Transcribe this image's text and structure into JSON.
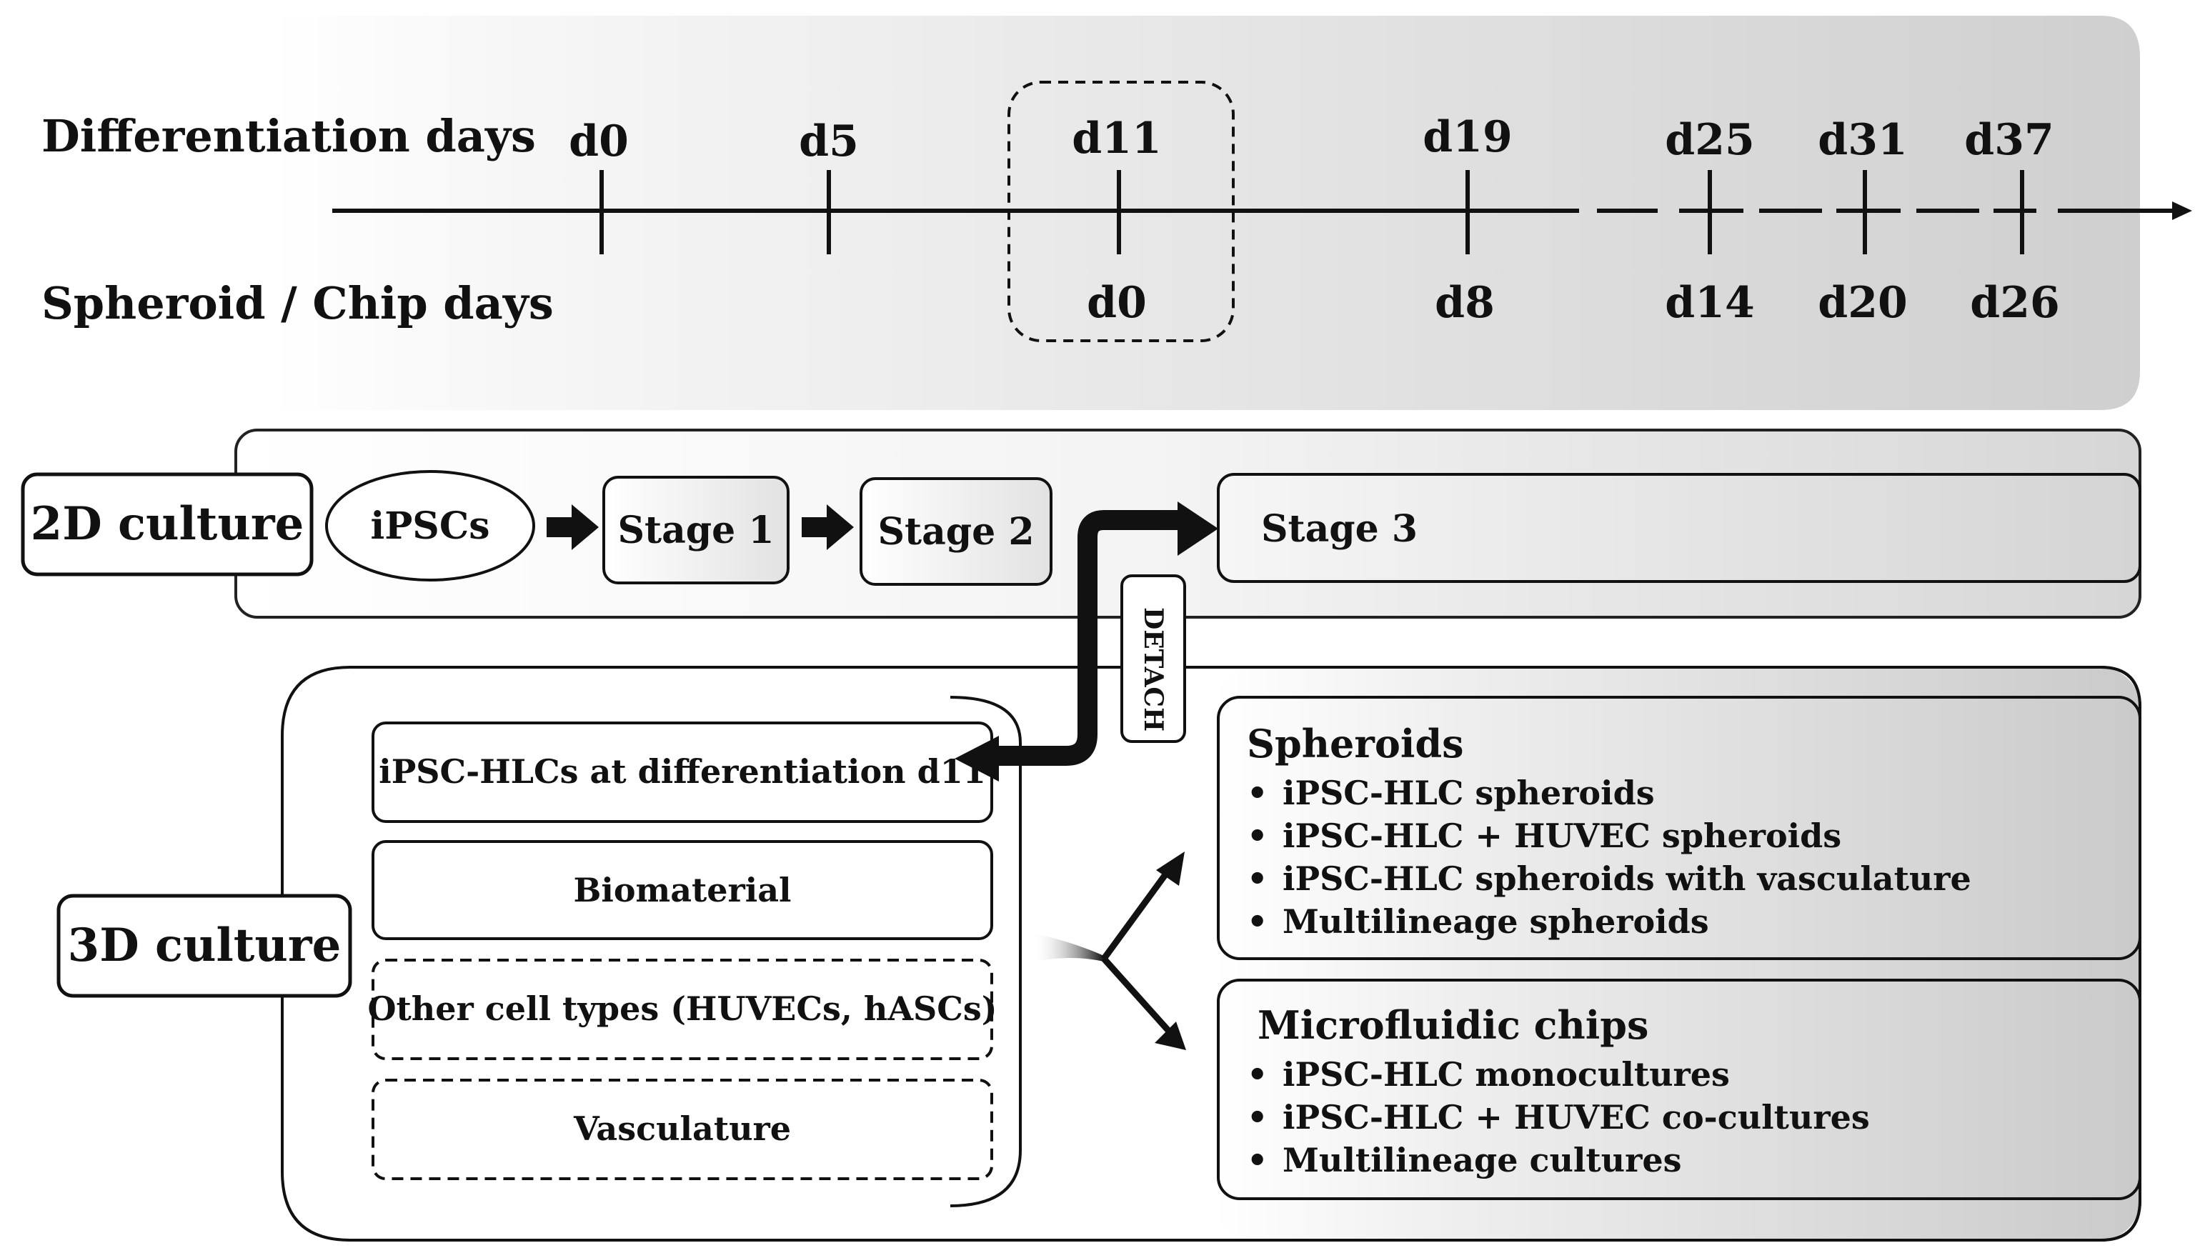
{
  "timeline": {
    "differentiation_label": "Differentiation days",
    "spheroid_label": "Spheroid / Chip days",
    "differentiation_days": [
      "d0",
      "d5",
      "d11",
      "d19",
      "d25",
      "d31",
      "d37"
    ],
    "spheroid_days": [
      "d0",
      "d8",
      "d14",
      "d20",
      "d26"
    ]
  },
  "culture_2d": {
    "label": "2D culture",
    "ipscs": "iPSCs",
    "stage1": "Stage 1",
    "stage2": "Stage 2",
    "stage3": "Stage 3",
    "detach": "DETACH"
  },
  "culture_3d": {
    "label": "3D culture",
    "inputs": [
      "iPSC-HLCs at differentiation d11",
      "Biomaterial",
      "Other cell types (HUVECs, hASCs)",
      "Vasculature"
    ]
  },
  "spheroids": {
    "title": "Spheroids",
    "items": [
      "iPSC-HLC spheroids",
      "iPSC-HLC + HUVEC spheroids",
      "iPSC-HLC spheroids with vasculature",
      "Multilineage spheroids"
    ]
  },
  "chips": {
    "title": "Microfluidic chips",
    "items": [
      "iPSC-HLC monocultures",
      "iPSC-HLC + HUVEC co-cultures",
      "Multilineage cultures"
    ]
  },
  "bullet": "•",
  "colors": {
    "line": "#111111",
    "panel_light": "#f4f4f4",
    "panel_dark": "#cdcdcd"
  }
}
